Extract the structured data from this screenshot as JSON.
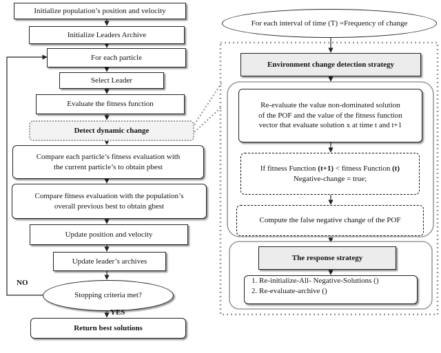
{
  "left_flow": {
    "init_pos_vel": "Initialize population’s position and velocity",
    "init_leaders": "Initialize Leaders Archive",
    "for_each_particle": "For each particle",
    "select_leader": "Select Leader",
    "evaluate_fitness": "Evaluate the fitness function",
    "detect_change": "Detect dynamic change",
    "compare_pbest": "Compare each particle’s fitness evaluation with\nthe current particle’s to obtain pbest",
    "compare_gbest": "Compare fitness evaluation with the population’s\noverall previous best to obtain gbest",
    "update_pos_vel": "Update position and velocity",
    "update_archives": "Update leader’s archives",
    "stopping": "Stopping criteria met?",
    "no_label": "NO",
    "yes_label": "YES",
    "return_best": "Return best solutions"
  },
  "right_flow": {
    "interval": "For each interval of time (T) =Frequency of change",
    "env_detection": "Environment change detection strategy",
    "reevaluate": "Re-evaluate the value non-dominated solution\nof the POF and the value of the fitness function\nvector that evaluate solution x at time t and t+1",
    "condition_prefix": "If fitness Function ",
    "condition_t1": "(t+1)",
    "condition_mid": " < fitness Function ",
    "condition_t": "(t)",
    "condition_line2": "Negative-change = true;",
    "false_negative": "Compute the false negative change of the POF",
    "response": "The response strategy",
    "response_item1": "1. Re-initialize-All- Negative-Solutions ()",
    "response_item2": "2. Re-evaluate-archive ()"
  }
}
